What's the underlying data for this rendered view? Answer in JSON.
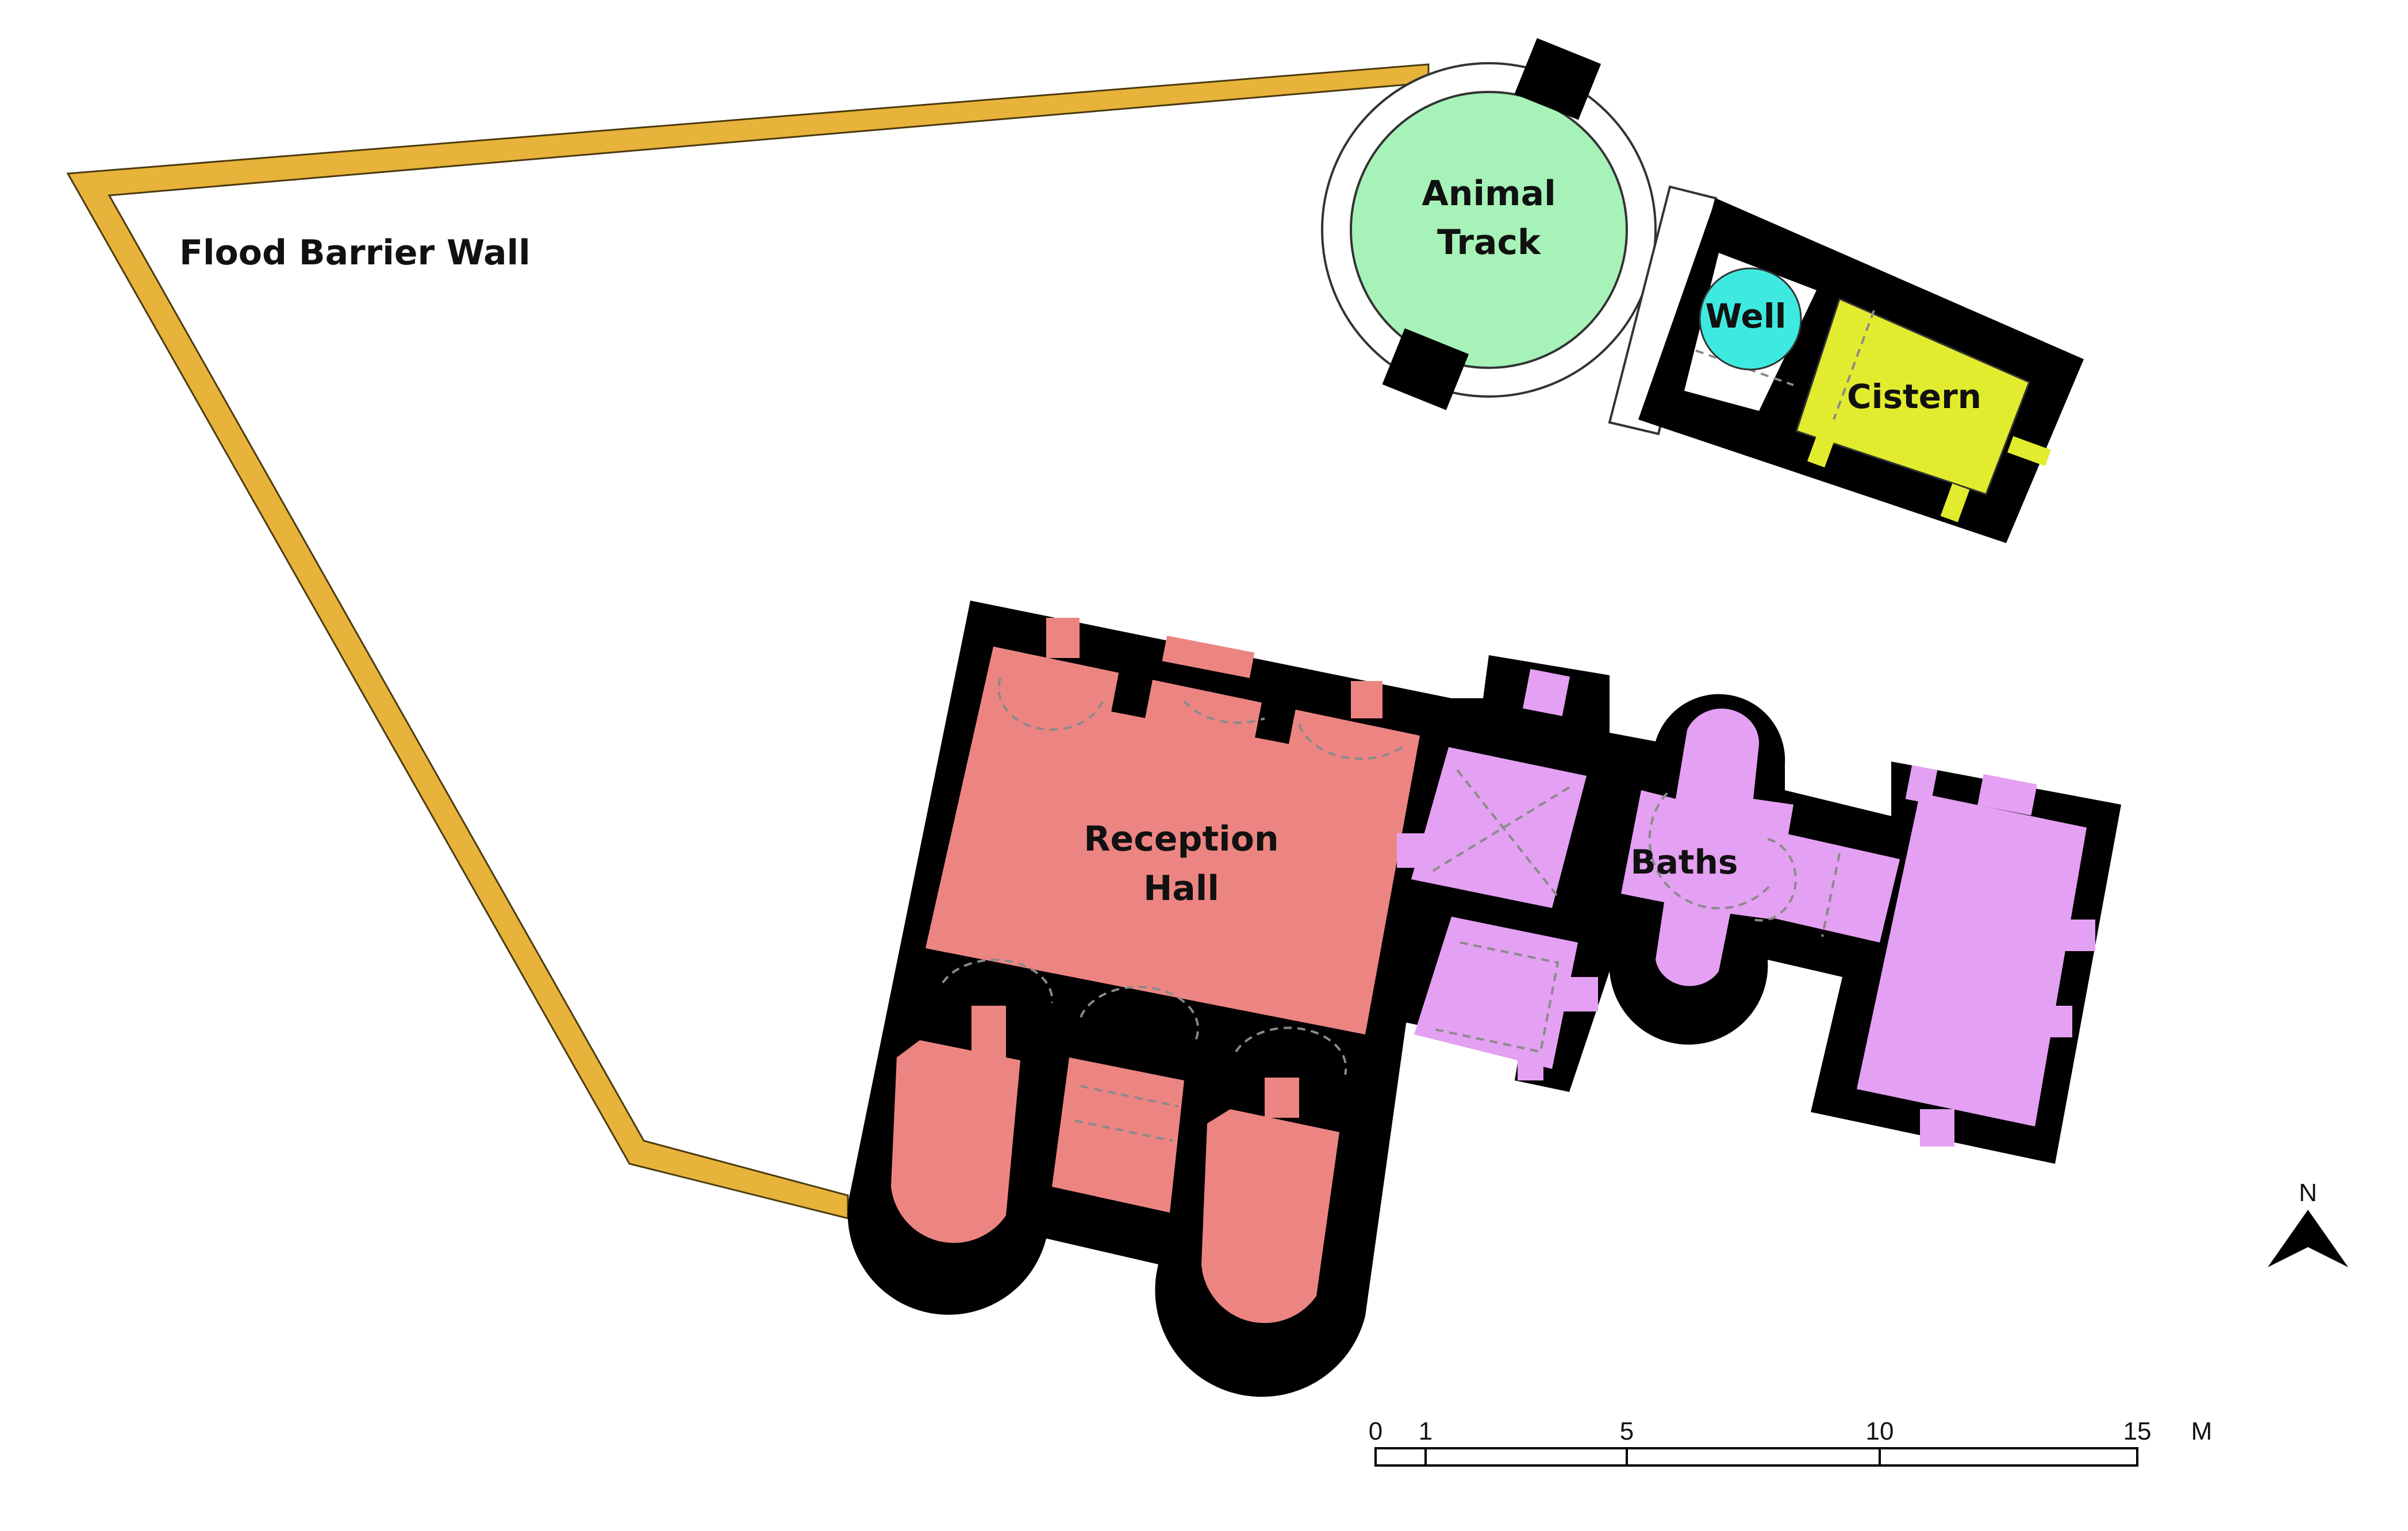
{
  "labels": {
    "flood_wall": "Flood Barrier Wall",
    "animal_track_1": "Animal",
    "animal_track_2": "Track",
    "well": "Well",
    "cistern": "Cistern",
    "reception_1": "Reception",
    "reception_2": "Hall",
    "baths": "Baths",
    "north": "N"
  },
  "scale_bar": {
    "ticks": [
      "0",
      "1",
      "5",
      "10",
      "15"
    ],
    "unit": "M"
  },
  "colors": {
    "wall": "#000000",
    "flood_wall": "#e8b33a",
    "animal_track": "#a6f2b8",
    "well": "#3eeadf",
    "cistern": "#e2ec2e",
    "reception": "#ec8582",
    "baths": "#e4a0f2"
  }
}
